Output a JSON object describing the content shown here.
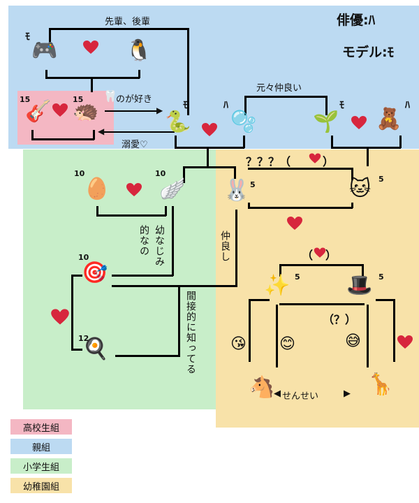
{
  "colors": {
    "high_school": "#f4b7c3",
    "parents": "#bcdaf2",
    "elementary": "#c8eec9",
    "kindergarten": "#f8e2a9",
    "heart": "#d7263d"
  },
  "key": {
    "actor": "俳優:ﾊ",
    "model": "モデル:ﾓ"
  },
  "marks": {
    "mo": "ﾓ",
    "ha": "ﾊ"
  },
  "ages": {
    "fifteen": "15",
    "ten": "10",
    "five": "5",
    "twelve": "12"
  },
  "labels": {
    "senpai": "先輩、後輩",
    "likes": "のが好き",
    "dekiai": "溺愛♡",
    "genki": "元々仲良い",
    "qqq": "？？？（",
    "qqq_end": "）",
    "heart_paren_l": "（",
    "heart_paren_r": "）",
    "osananajimi_a": "幼なじみ",
    "osananajimi_b": "的なの",
    "nakayoshi": "仲良し",
    "kansetsu": "間接的に知ってる",
    "q": "（？）",
    "sensei": "せんせい"
  },
  "icons": {
    "gamepad": "🎮",
    "penguin": "🐧",
    "guitar": "🎸",
    "hedgehog": "🦔",
    "tooth": "🦷",
    "snake": "🐍",
    "bubble": "🫧",
    "sprout": "🌱",
    "bear": "🧸",
    "egg": "🥚",
    "wing": "🪽",
    "rabbit": "🐰",
    "cat": "🐱",
    "target": "🎯",
    "pan": "🍳",
    "sparkles": "✨",
    "tophat": "🎩",
    "kiss": "😘",
    "smile": "😊",
    "sweat": "😅",
    "horse": "🐴",
    "giraffe": "🦒"
  },
  "legend": [
    {
      "label": "高校生組",
      "color": "#f4b7c3"
    },
    {
      "label": "親組",
      "color": "#bcdaf2"
    },
    {
      "label": "小学生組",
      "color": "#c8eec9"
    },
    {
      "label": "幼稚園組",
      "color": "#f8e2a9"
    }
  ]
}
